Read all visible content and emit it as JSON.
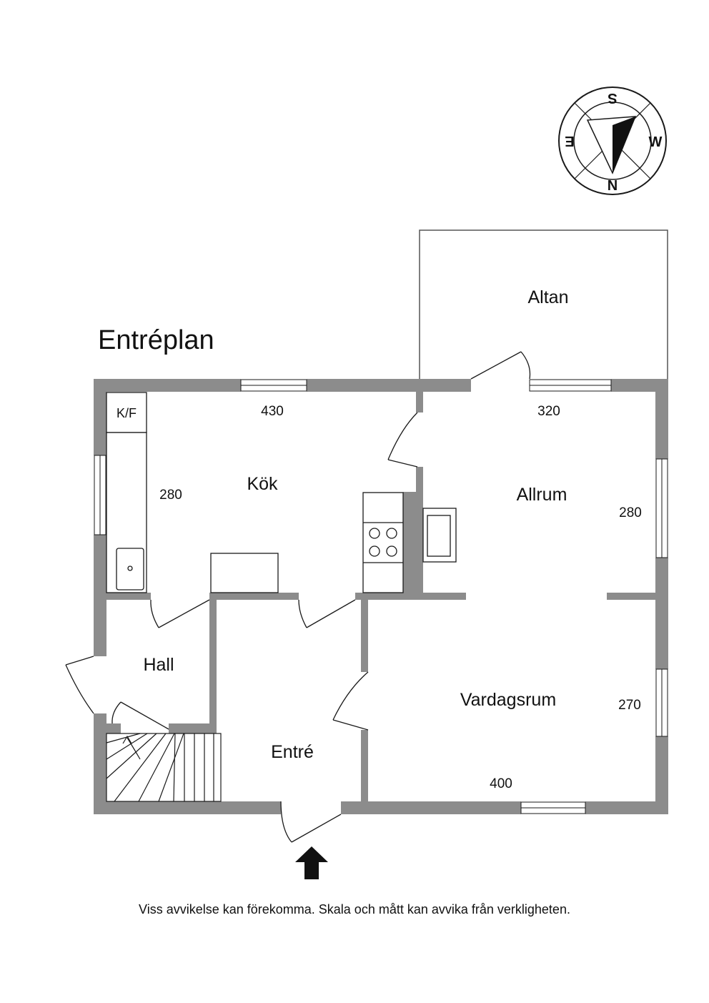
{
  "plan_title": "Entréplan",
  "rooms": {
    "altan": "Altan",
    "kok": "Kök",
    "allrum": "Allrum",
    "hall": "Hall",
    "entre": "Entré",
    "vardagsrum": "Vardagsrum"
  },
  "fixtures": {
    "fridge_freezer": "K/F"
  },
  "dimensions": {
    "kok_width": "430",
    "kok_depth": "280",
    "allrum_width": "320",
    "allrum_depth": "280",
    "vardagsrum_depth": "270",
    "vardagsrum_width": "400"
  },
  "compass": {
    "top": "S",
    "right": "W",
    "bottom": "N",
    "left": "E"
  },
  "entrance_icon": "arrow-up-icon",
  "disclaimer": "Viss avvikelse kan förekomma. Skala och mått kan avvika från verkligheten.",
  "colors": {
    "wall": "#8c8c8c",
    "line": "#1a1a1a",
    "window": "#ffffff"
  }
}
